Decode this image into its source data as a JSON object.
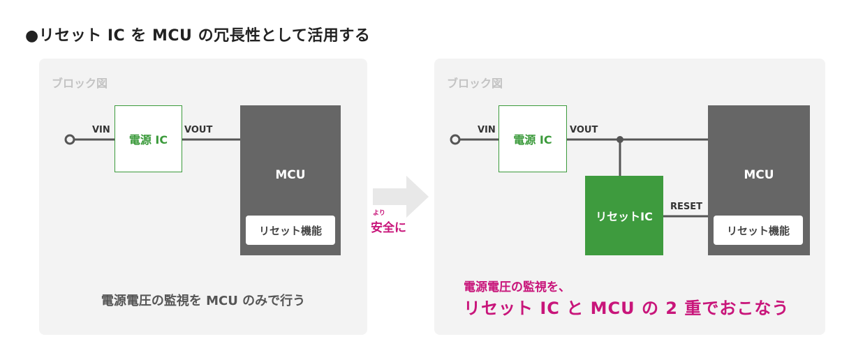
{
  "title": "●リセット IC を MCU の冗長性として活用する",
  "left_panel": {
    "block_label": "ブロック図",
    "vin_label": "VIN",
    "vout_label": "VOUT",
    "power_ic_label": "電源 IC",
    "mcu_label": "MCU",
    "reset_function_label": "リセット機能",
    "caption": "電源電圧の監視を MCU のみで行う"
  },
  "arrow": {
    "ruby": "より",
    "text": "安全に",
    "color": "#c8157a"
  },
  "right_panel": {
    "block_label": "ブロック図",
    "vin_label": "VIN",
    "vout_label": "VOUT",
    "power_ic_label": "電源 IC",
    "reset_ic_label": "リセットIC",
    "reset_signal_label": "RESET",
    "mcu_label": "MCU",
    "reset_function_label": "リセット機能",
    "caption_line1": "電源電圧の監視を、",
    "caption_line2": "リセット IC と MCU の 2 重でおこなう"
  },
  "colors": {
    "accent_green": "#3e9b3e",
    "mcu_gray": "#666666",
    "panel_bg": "#f3f3f3",
    "highlight_magenta": "#c8157a"
  }
}
